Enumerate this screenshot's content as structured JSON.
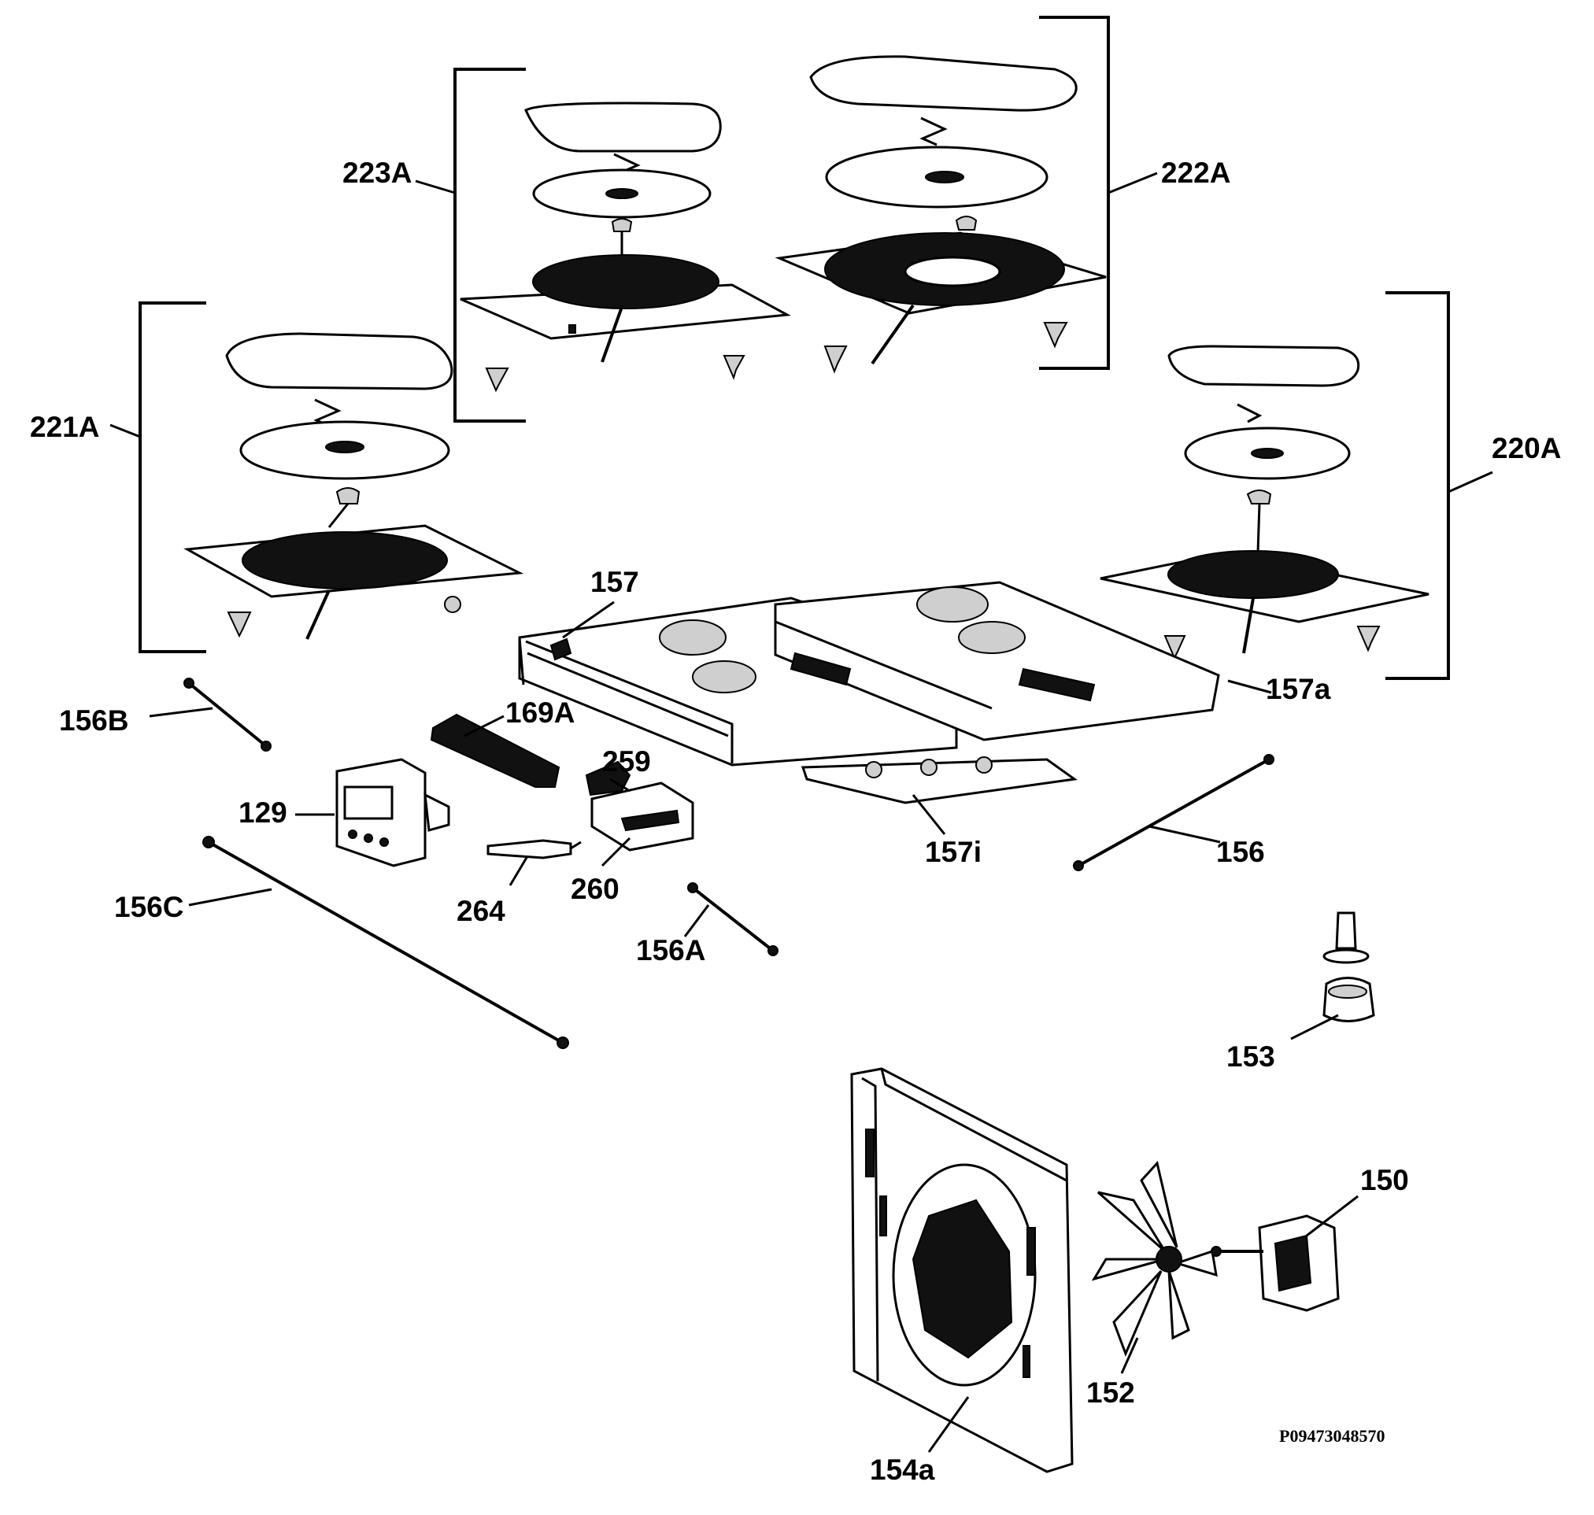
{
  "diagram": {
    "callouts": {
      "c223A": "223A",
      "c222A": "222A",
      "c221A": "221A",
      "c220A": "220A",
      "c157": "157",
      "c157a": "157a",
      "c156B": "156B",
      "c169A": "169A",
      "c259": "259",
      "c129": "129",
      "c157i": "157i",
      "c156": "156",
      "c264": "264",
      "c260": "260",
      "c156C": "156C",
      "c156A": "156A",
      "c153": "153",
      "c150": "150",
      "c152": "152",
      "c154a": "154a"
    },
    "document_number": "P09473048570"
  }
}
